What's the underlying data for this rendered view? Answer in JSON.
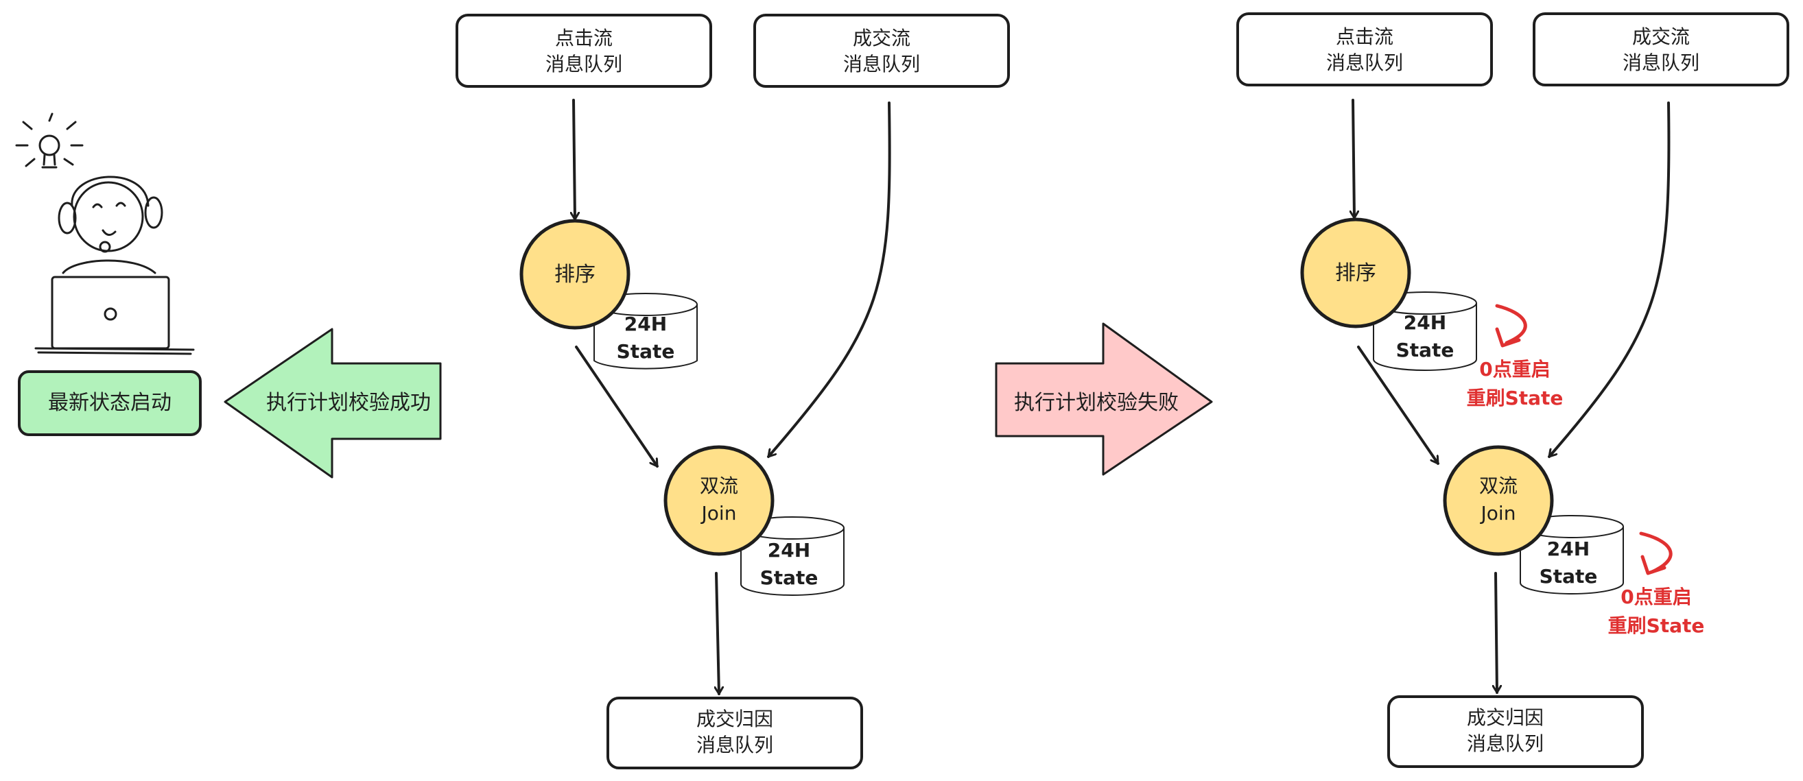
{
  "colors": {
    "stroke": "#1e1e1e",
    "node_fill": "#ffe08a",
    "success_fill": "#b2f2bb",
    "fail_fill": "#ffc9c9",
    "note": "#e03131",
    "white": "#ffffff"
  },
  "start_badge": {
    "label": "最新状态启动"
  },
  "success_arrow": {
    "label": "执行计划校验成功"
  },
  "fail_arrow": {
    "label": "执行计划校验失败"
  },
  "left_flow": {
    "click_queue": {
      "line1": "点击流",
      "line2": "消息队列"
    },
    "deal_queue": {
      "line1": "成交流",
      "line2": "消息队列"
    },
    "sort_node": {
      "label": "排序"
    },
    "sort_state": {
      "line1": "24H",
      "line2": "State"
    },
    "join_node": {
      "line1": "双流",
      "line2": "Join"
    },
    "join_state": {
      "line1": "24H",
      "line2": "State"
    },
    "attribution_queue": {
      "line1": "成交归因",
      "line2": "消息队列"
    }
  },
  "right_flow": {
    "click_queue": {
      "line1": "点击流",
      "line2": "消息队列"
    },
    "deal_queue": {
      "line1": "成交流",
      "line2": "消息队列"
    },
    "sort_node": {
      "label": "排序"
    },
    "sort_state": {
      "line1": "24H",
      "line2": "State"
    },
    "sort_reset_note": {
      "line1": "0点重启",
      "line2": "重刷State"
    },
    "join_node": {
      "line1": "双流",
      "line2": "Join"
    },
    "join_state": {
      "line1": "24H",
      "line2": "State"
    },
    "join_reset_note": {
      "line1": "0点重启",
      "line2": "重刷State"
    },
    "attribution_queue": {
      "line1": "成交归因",
      "line2": "消息队列"
    }
  },
  "icons": {
    "person": "person-with-laptop-icon",
    "idea": "lightbulb-icon",
    "reset": "curved-arrow-icon"
  }
}
